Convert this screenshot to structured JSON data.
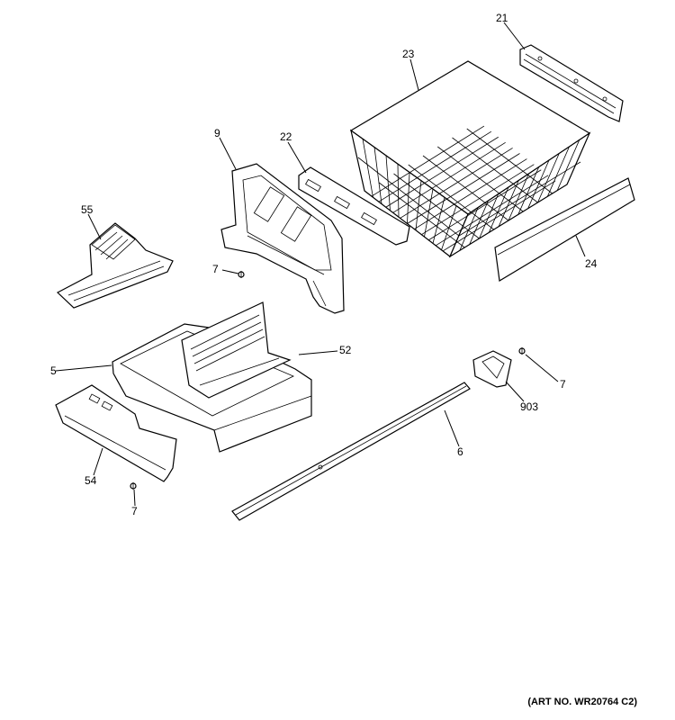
{
  "labels": {
    "p21": "21",
    "p23": "23",
    "p9": "9",
    "p22": "22",
    "p55": "55",
    "p7a": "7",
    "p24": "24",
    "p52": "52",
    "p5": "5",
    "p7b": "7",
    "p903": "903",
    "p6": "6",
    "p54": "54",
    "p7c": "7"
  },
  "art_number": "(ART NO. WR20764 C2)"
}
